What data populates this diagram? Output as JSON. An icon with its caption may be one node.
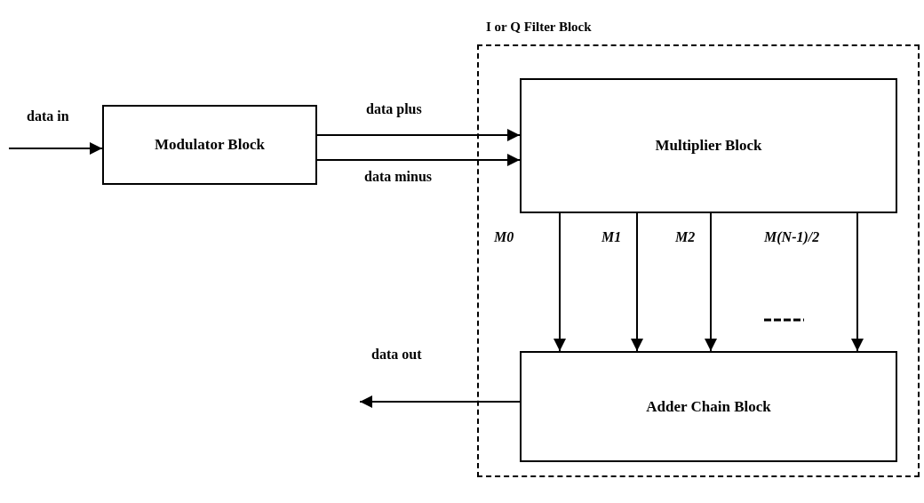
{
  "diagram": {
    "nodes": [
      {
        "text": [
          "I or Q Filter Block"
        ]
      },
      {
        "text": [
          "Modulator Block"
        ]
      },
      {
        "text": [
          "Multiplier Block"
        ],
        "in": 0
      },
      {
        "text": [
          "Adder Chain Block"
        ],
        "in": 0
      }
    ],
    "edges": [
      {
        "from": null,
        "to": 1,
        "arrow": "to",
        "label": "data in"
      },
      {
        "from": 1,
        "to": 2,
        "arrow": "to",
        "label": "data plus"
      },
      {
        "from": 1,
        "to": 2,
        "arrow": "to",
        "label": "data minus"
      },
      {
        "from": 2,
        "to": 3,
        "arrow": "to",
        "label": "M0"
      },
      {
        "from": 2,
        "to": 3,
        "arrow": "to",
        "label": "M1"
      },
      {
        "from": 2,
        "to": 3,
        "arrow": "to",
        "label": "M2"
      },
      {
        "from": 2,
        "to": 3,
        "arrow": "to",
        "label": "*M*(*N*-1)/2"
      },
      {
        "from": 3,
        "to": null,
        "arrow": "to",
        "label": "data out"
      }
    ]
  }
}
